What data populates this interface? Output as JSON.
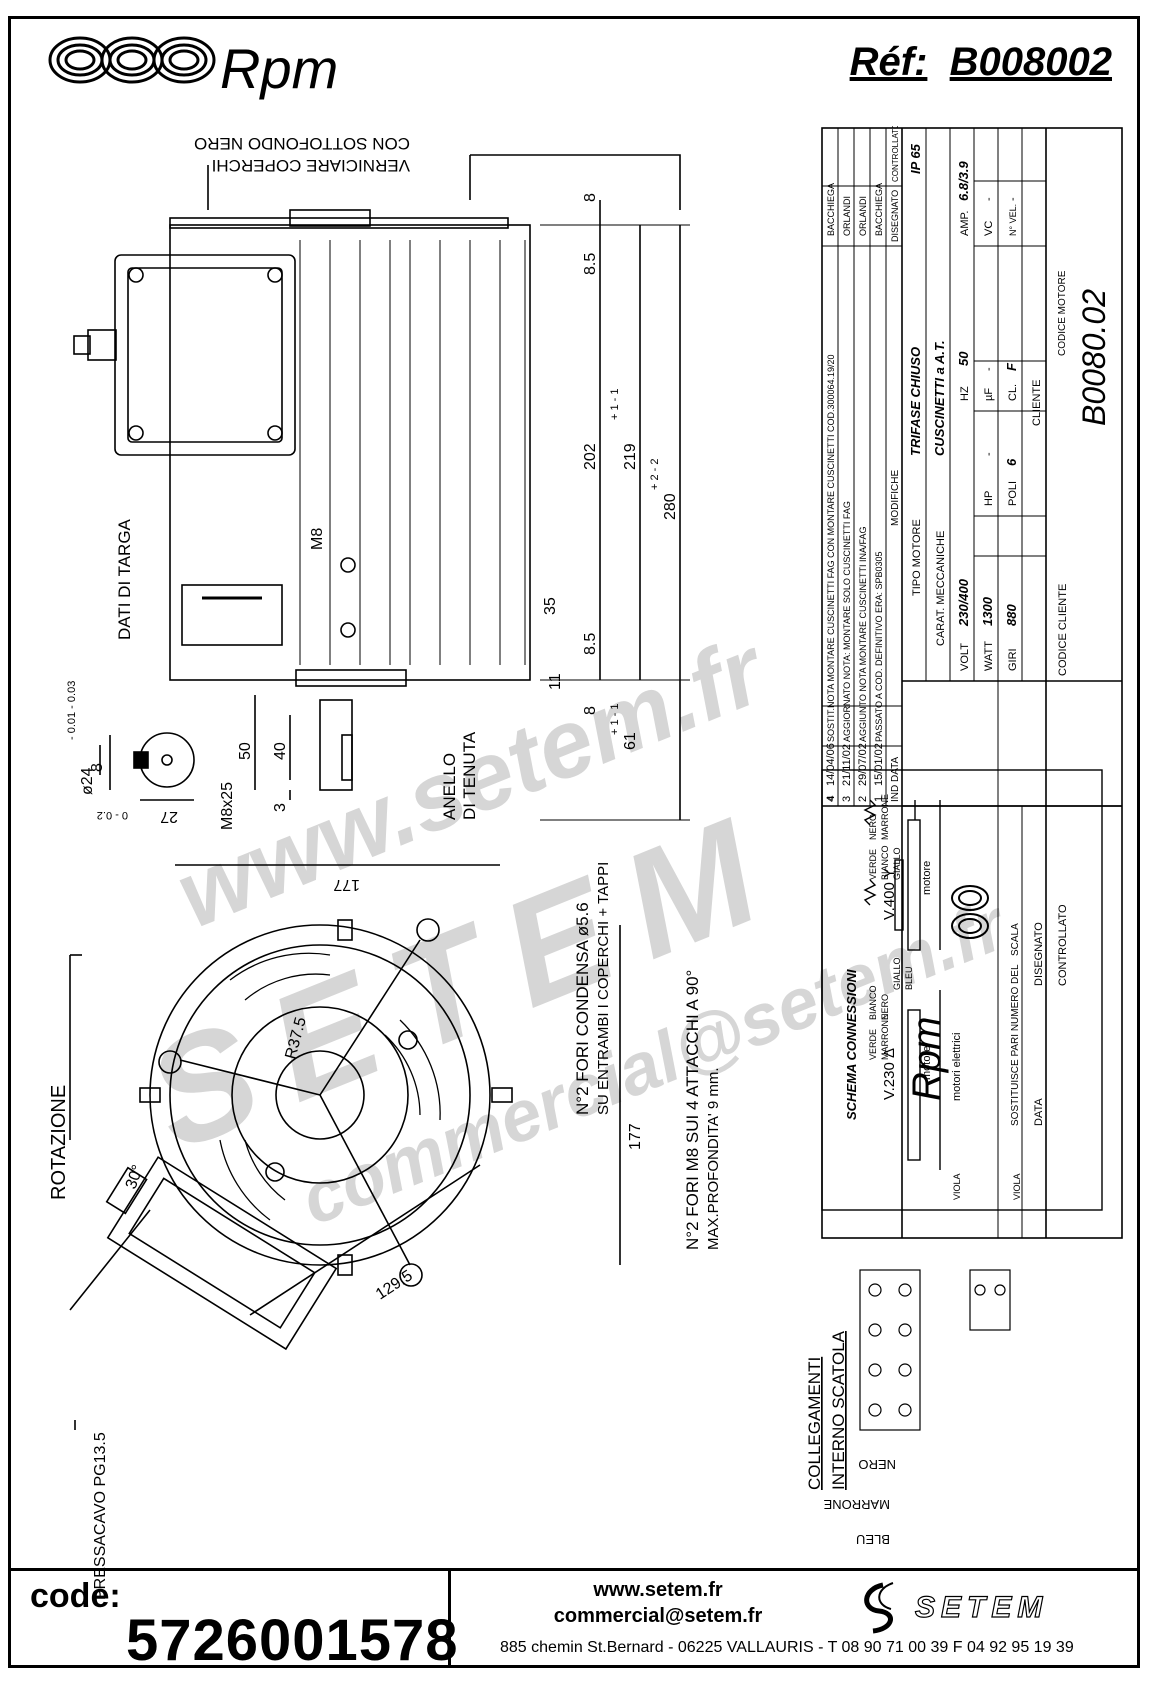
{
  "header": {
    "brand": "Rpm",
    "ref_label": "Réf:",
    "ref_value": "B008002"
  },
  "drawing": {
    "paint_note_1": "VERNICIARE COPERCHI",
    "paint_note_2": "CON SOTTOFONDO NERO",
    "plate_label": "DATI DI TARGA",
    "thread": "M8",
    "dims": {
      "d8a": "8",
      "d85a": "8.5",
      "d202": "202",
      "d219": "219",
      "d219tol": "+ 1 - 1",
      "d280": "280",
      "d280tol": "+ 2 - 2",
      "d35": "35",
      "d85b": "8.5",
      "d11": "11",
      "d8b": "8",
      "d61": "61",
      "d61tol": "+ 1 - 1",
      "d50": "50",
      "d40": "40",
      "d3": "3",
      "shaft": "ø24",
      "shaft_tol": "- 0.01 - 0.03",
      "key": "8",
      "keyway": "27",
      "keyway_tol": "0 - 0.2",
      "shaft_thread": "M8x25",
      "d177a": "177",
      "d177b": "177",
      "d1295": "129.5",
      "radius": "R37.5",
      "angle": "30°"
    },
    "seal_label_1": "ANELLO",
    "seal_label_2": "DI TENUTA",
    "holes_note_1": "N°2 FORI CONDENSA ø5.6",
    "holes_note_2": "SU ENTRAMBI I COPERCHI + TAPPI",
    "holes_note_3": "N°2 FORI M8 SUI 4 ATTACCHI A 90°",
    "holes_note_4": "MAX.PROFONDITA' 9 mm.",
    "rotation": "ROTAZIONE",
    "cable_gland": "PRESSACAVO PG13.5"
  },
  "titleblock": {
    "revisions": [
      {
        "n": "4",
        "date": "14/04/06",
        "text": "SOSTIT.NOTA MONTARE CUSCINETTI FAG CON MONTARE CUSCINETTI COD.300064.19/20",
        "by": "BACCHIEGA"
      },
      {
        "n": "3",
        "date": "21/11/02",
        "text": "AGGIORNATO NOTA: MONTARE SOLO CUSCINETTI FAG",
        "by": "ORLANDI"
      },
      {
        "n": "2",
        "date": "29/07/02",
        "text": "AGGIUNTO NOTA MONTARE CUSCINETTI INA/FAG",
        "by": "ORLANDI"
      },
      {
        "n": "1",
        "date": "15/01/02",
        "text": "PASSATO A COD. DEFINITIVO ERA: SPB0305",
        "by": "BACCHIEGA"
      }
    ],
    "rev_head_ind": "IND",
    "rev_head_data": "DATA",
    "rev_head_mod": "MODIFICHE",
    "rev_head_dis": "DISEGNATO",
    "rev_head_ctrl": "CONTROLLATO",
    "brand_sub": "motori elettrici",
    "motor_type_label": "TIPO MOTORE",
    "motor_type": "TRIFASE CHIUSO",
    "ip": "IP 65",
    "mech_label": "CARAT. MECCANICHE",
    "mech_value": "CUSCINETTI a A.T.",
    "volt_label": "VOLT",
    "volt": "230/400",
    "hz_label": "HZ",
    "hz": "50",
    "amp_label": "AMP.",
    "amp": "6.8/3.9",
    "watt_label": "WATT",
    "watt": "1300",
    "hp_label": "HP",
    "hp": "-",
    "uf_label": "µF",
    "uf": "-",
    "vc_label": "VC",
    "vc": "-",
    "giri_label": "GIRI",
    "giri": "880",
    "poli_label": "POLI",
    "poli": "6",
    "cl_label": "CL.",
    "cl": "F",
    "vel_label": "N° VEL.",
    "vel": "-",
    "sostituisce": "SOSTITUISCE PARI NUMERO DEL",
    "scala": "SCALA",
    "cliente": "CLIENTE",
    "codice_motore_label": "CODICE MOTORE",
    "codice_motore": "B0080.02",
    "data_label": "DATA",
    "disegnato": "DISEGNATO",
    "controllato": "CONTROLLATO",
    "codice_cliente": "CODICE CLIENTE"
  },
  "wiring": {
    "title": "SCHEMA CONNESSIONI",
    "v230": "V.230 Δ",
    "v400": "V.400 Y",
    "motore": "motore",
    "wires": {
      "verde": "VERDE",
      "bianco": "BIANCO",
      "giallo": "GIALLO",
      "nero": "NERO",
      "bleu": "BLEU",
      "marrone": "MARRONE",
      "viola": "VIOLA"
    },
    "box_title_1": "COLLEGAMENTI",
    "box_title_2": "INTERNO SCATOLA"
  },
  "watermark": {
    "w1": "www.setem.fr",
    "w2": "SETEM",
    "w3": "commercial@setem.fr"
  },
  "footer": {
    "code_label": "code:",
    "code_value": "5726001578",
    "web": "www.setem.fr",
    "email": "commercial@setem.fr",
    "address": "885 chemin St.Bernard  -  06225 VALLAURIS  -  T 08 90 71 00 39   F 04 92 95 19 39",
    "logo_text": "SETEM"
  }
}
